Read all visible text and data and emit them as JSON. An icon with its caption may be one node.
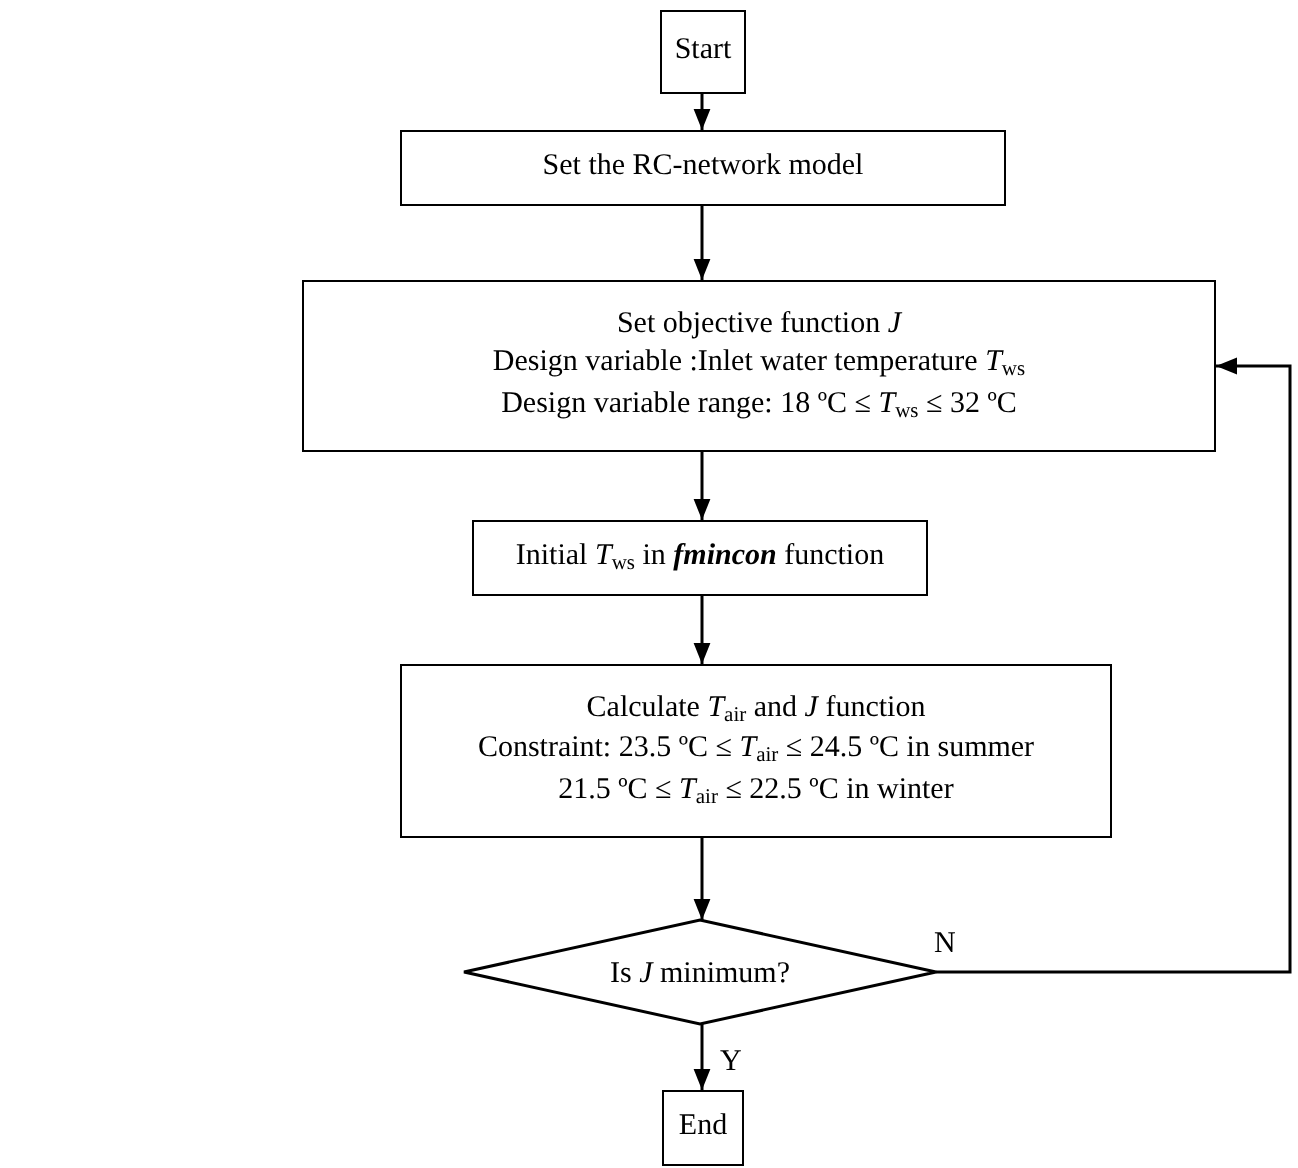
{
  "diagram": {
    "nodes": [
      {
        "text": [
          "Start"
        ]
      },
      {
        "text": [
          "Set the RC-network model"
        ]
      },
      {
        "text": [
          "Set objective function *J*",
          "Design variable :Inlet water temperature *T*$_{ws}$",
          "Design variable range: 18 ºC ≤ *T*$_{ws}$ ≤ 32 ºC"
        ]
      },
      {
        "text": [
          "Initial *T*$_{ws}$ in **fmincon** function"
        ]
      },
      {
        "text": [
          "Calculate *T*$_{air}$ and *J* function",
          "Constraint: 23.5 ºC ≤ *T*$_{air}$ ≤ 24.5 ºC in summer",
          "21.5 ºC ≤ *T*$_{air}$ ≤ 22.5 ºC in winter"
        ]
      },
      {
        "text": [
          "Is *J* minimum?"
        ]
      },
      {
        "text": [
          "End"
        ]
      }
    ],
    "edges": [
      {
        "from": 0,
        "to": 1,
        "arrow": "to"
      },
      {
        "from": 1,
        "to": 2,
        "arrow": "to"
      },
      {
        "from": 2,
        "to": 3,
        "arrow": "to"
      },
      {
        "from": 3,
        "to": 4,
        "arrow": "to"
      },
      {
        "from": 4,
        "to": 5,
        "arrow": "to"
      },
      {
        "from": 5,
        "to": 6,
        "label": "Y",
        "arrow": "to"
      },
      {
        "from": 5,
        "to": 2,
        "label": "N",
        "arrow": "to"
      }
    ]
  }
}
